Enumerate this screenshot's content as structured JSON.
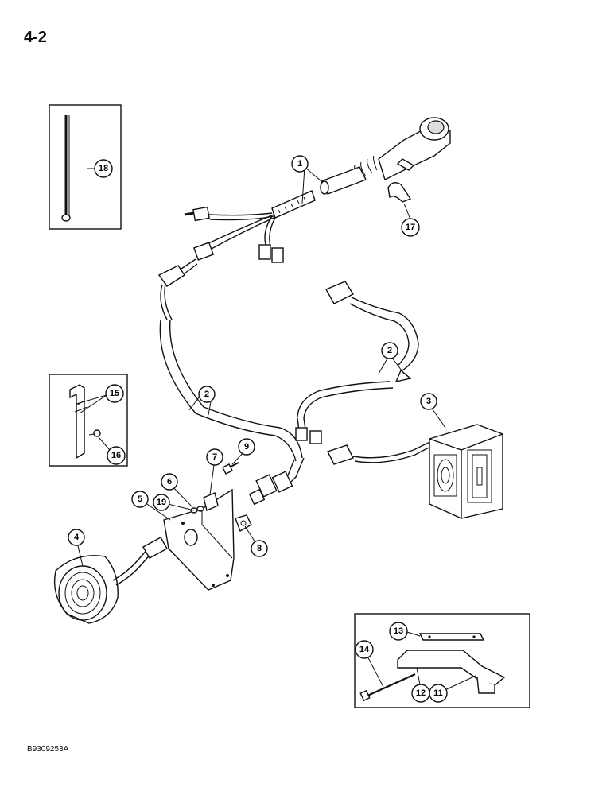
{
  "page_label": "4-2",
  "footer_code": "B9309253A",
  "callouts": [
    {
      "id": "c1",
      "label": "1"
    },
    {
      "id": "c2a",
      "label": "2"
    },
    {
      "id": "c2b",
      "label": "2"
    },
    {
      "id": "c3",
      "label": "3"
    },
    {
      "id": "c4",
      "label": "4"
    },
    {
      "id": "c5",
      "label": "5"
    },
    {
      "id": "c6",
      "label": "6"
    },
    {
      "id": "c7",
      "label": "7"
    },
    {
      "id": "c8",
      "label": "8"
    },
    {
      "id": "c9",
      "label": "9"
    },
    {
      "id": "c11",
      "label": "11"
    },
    {
      "id": "c12",
      "label": "12"
    },
    {
      "id": "c13",
      "label": "13"
    },
    {
      "id": "c14",
      "label": "14"
    },
    {
      "id": "c15",
      "label": "15"
    },
    {
      "id": "c16",
      "label": "16"
    },
    {
      "id": "c17",
      "label": "17"
    },
    {
      "id": "c18",
      "label": "18"
    },
    {
      "id": "c19",
      "label": "19"
    }
  ]
}
